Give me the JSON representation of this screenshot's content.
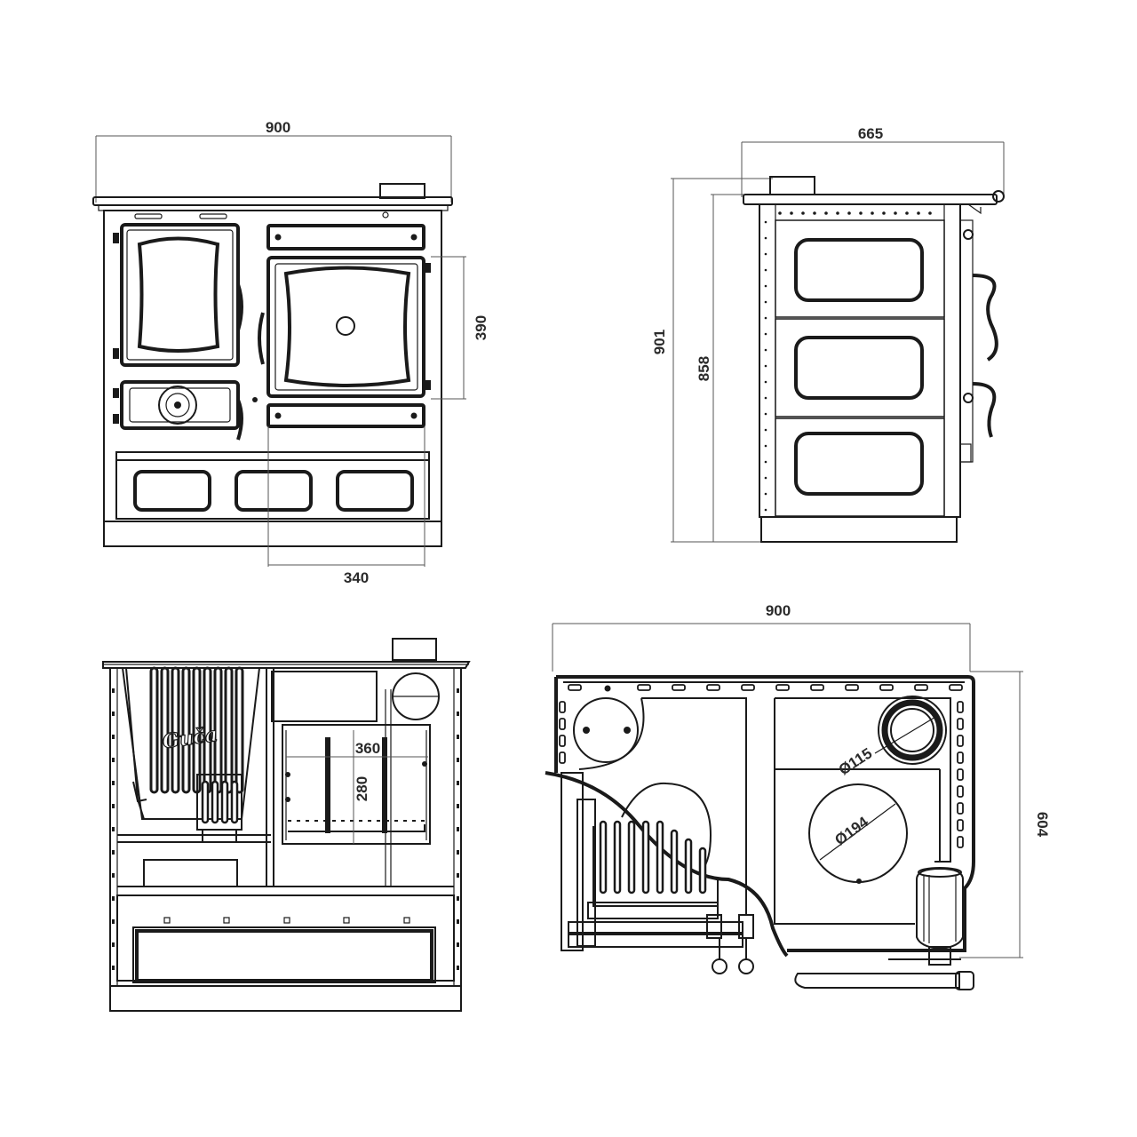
{
  "front_view": {
    "width_label": "900",
    "door_height_label": "390",
    "door_width_label": "340"
  },
  "side_view": {
    "depth_label": "665",
    "total_height_label": "901",
    "hob_height_label": "858"
  },
  "section_view": {
    "oven_width_label": "360",
    "oven_height_label": "280",
    "brand_label": "Guča"
  },
  "top_view": {
    "width_label": "900",
    "depth_label": "604",
    "flue_diameter_label": "Ø115",
    "hotplate_diameter_label": "Ø194"
  }
}
